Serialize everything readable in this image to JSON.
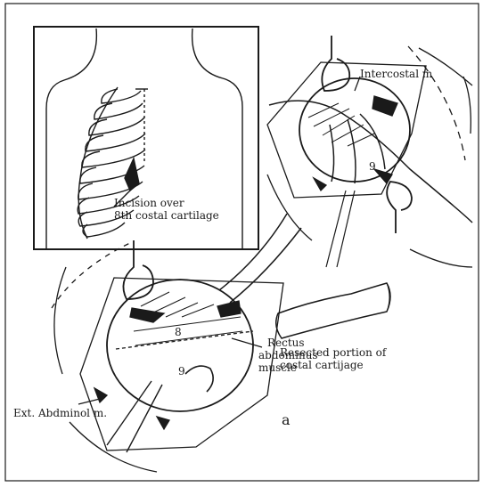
{
  "labels": {
    "incision_line1": "Incision over",
    "incision_line2": "8th costal cartilage",
    "intercostal": "Intercostal m",
    "resected_line1": "Resected portion of",
    "resected_line2": "costal cartijage",
    "rectus_line1": "Rectus",
    "rectus_line2": "abdominus",
    "rectus_line3": "muscle",
    "ext_abd": "Ext. Abdminol m.",
    "panel_letter": "a",
    "rib_8": "8",
    "rib_9_right": "9",
    "rib_9_left": "9"
  },
  "colors": {
    "ink": "#1a1a1a",
    "background": "#ffffff"
  }
}
